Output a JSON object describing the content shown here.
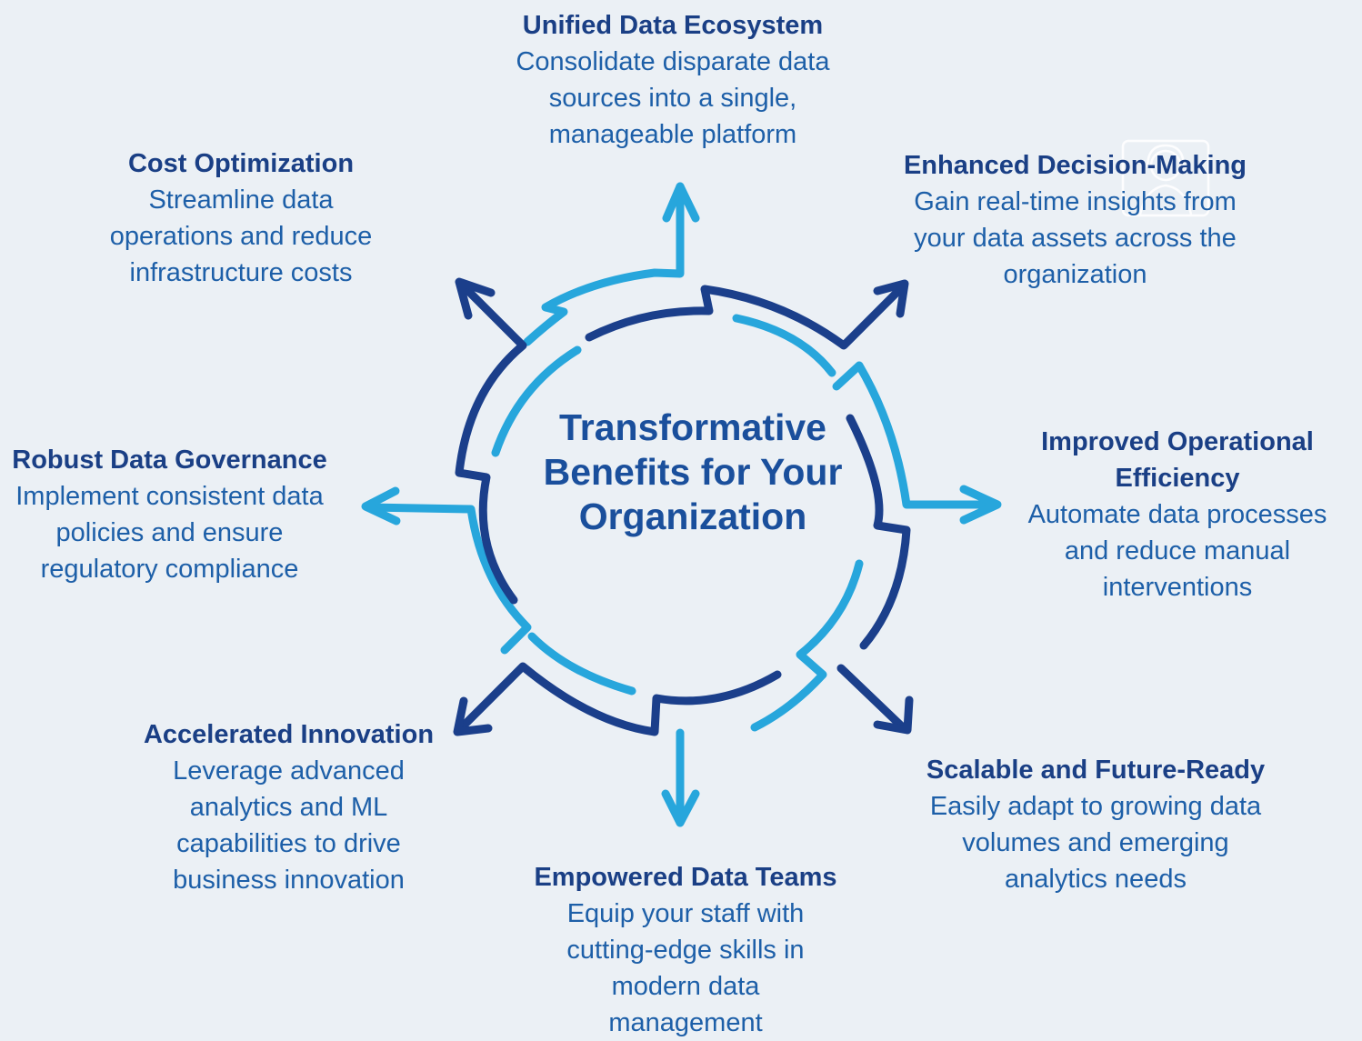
{
  "center_title": "Transformative Benefits for Your Organization",
  "colors": {
    "dark_blue": "#1b3f8b",
    "light_blue": "#27a6dc",
    "title_text": "#1a3f85",
    "desc_text": "#1d5fa8",
    "background": "#ebf0f5"
  },
  "benefits": [
    {
      "id": "unified",
      "title": "Unified Data Ecosystem",
      "description": "Consolidate disparate data sources into a single, manageable platform"
    },
    {
      "id": "decision",
      "title": "Enhanced Decision-Making",
      "description": "Gain real-time insights from your data assets across the organization"
    },
    {
      "id": "efficiency",
      "title": "Improved Operational Efficiency",
      "description": "Automate data processes and reduce manual interventions"
    },
    {
      "id": "scalable",
      "title": "Scalable and Future-Ready",
      "description": "Easily adapt to growing data volumes and emerging analytics needs"
    },
    {
      "id": "teams",
      "title": "Empowered Data Teams",
      "description": "Equip your staff with cutting-edge skills in modern data management"
    },
    {
      "id": "innovation",
      "title": "Accelerated Innovation",
      "description": "Leverage advanced analytics and ML capabilities to drive business innovation"
    },
    {
      "id": "governance",
      "title": "Robust Data Governance",
      "description": "Implement consistent data policies and ensure regulatory compliance"
    },
    {
      "id": "cost",
      "title": "Cost Optimization",
      "description": "Streamline data operations and reduce infrastructure costs"
    }
  ],
  "badge_icon": "user-headset-icon"
}
